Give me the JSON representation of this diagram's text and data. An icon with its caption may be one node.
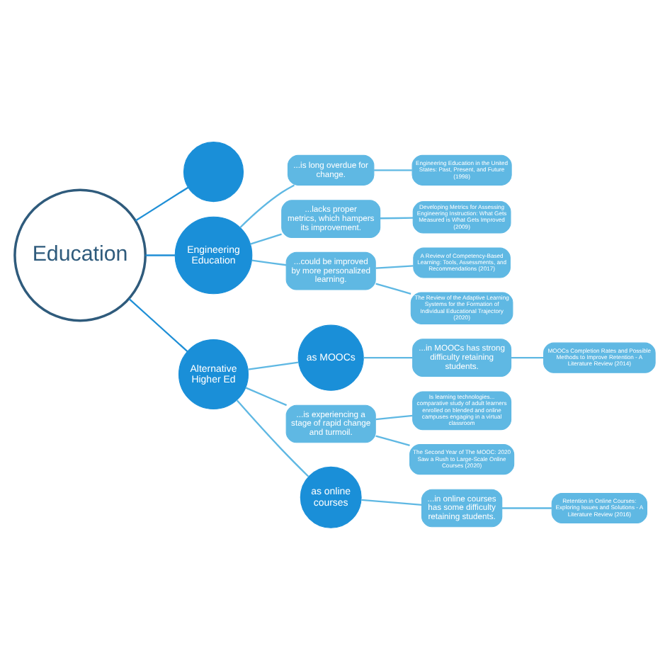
{
  "diagram": {
    "nodes": [
      {
        "text": [],
        "shape": "circle"
      },
      {
        "text": [
          "Education"
        ]
      },
      {
        "text": [
          "Engineering Education"
        ]
      },
      {
        "text": [
          "...is long overdue for change."
        ]
      },
      {
        "text": [
          "Engineering Education in the United States: Past, Present, and Future (1998)"
        ]
      },
      {
        "text": [
          "...lacks proper metrics, which hampers its improvement."
        ]
      },
      {
        "text": [
          "Developing Metrics for Assessing Engineering Instruction: What Gets Measured is What Gets Improved (2009)"
        ]
      },
      {
        "text": [
          "...could be improved by more personalized learning."
        ]
      },
      {
        "text": [
          "A Review of Competency-Based Learning: Tools, Assessments, and Recommendations (2017)"
        ]
      },
      {
        "text": [
          "The Review of the Adaptive Learning Systems for the Formation of Individual Educational Trajectory (2020)"
        ]
      },
      {
        "text": [
          "Alternative Higher Ed"
        ]
      },
      {
        "text": [
          "as MOOCs"
        ]
      },
      {
        "text": [
          "...in MOOCs has strong difficulty retaining students."
        ]
      },
      {
        "text": [
          "MOOCs Completion Rates and Possible Methods to Improve Retention - A Literature Review (2014)"
        ]
      },
      {
        "text": [
          "...is experiencing a stage of rapid change and turmoil."
        ]
      },
      {
        "text": [
          "Is learning technologies... comparative study of adult learners enrolled on blended and online campuses engaging in a virtual classroom"
        ]
      },
      {
        "text": [
          "The Second Year of The MOOC: 2020 Saw a Rush to Large-Scale Online Courses (2020)"
        ]
      },
      {
        "text": [
          "as online courses"
        ]
      },
      {
        "text": [
          "...in online courses has some difficulty retaining students."
        ]
      },
      {
        "text": [
          "Retention in Online Courses: Exploring Issues and Solutions - A Literature Review (2016)"
        ]
      }
    ],
    "edges": [
      {
        "from": 1,
        "to": 0,
        "arrow": "none",
        "color": "#1f8fd6"
      },
      {
        "from": 1,
        "to": 2,
        "arrow": "none",
        "color": "#1f8fd6"
      },
      {
        "from": 1,
        "to": 10,
        "arrow": "none",
        "color": "#1f8fd6"
      },
      {
        "from": 2,
        "to": 3,
        "arrow": "none"
      },
      {
        "from": 3,
        "to": 4,
        "arrow": "none"
      },
      {
        "from": 2,
        "to": 5,
        "arrow": "none"
      },
      {
        "from": 5,
        "to": 6,
        "arrow": "none"
      },
      {
        "from": 2,
        "to": 7,
        "arrow": "none"
      },
      {
        "from": 7,
        "to": 8,
        "arrow": "none"
      },
      {
        "from": 7,
        "to": 9,
        "arrow": "none"
      },
      {
        "from": 10,
        "to": 11,
        "arrow": "none"
      },
      {
        "from": 11,
        "to": 12,
        "arrow": "none"
      },
      {
        "from": 12,
        "to": 13,
        "arrow": "none"
      },
      {
        "from": 10,
        "to": 14,
        "arrow": "none"
      },
      {
        "from": 14,
        "to": 15,
        "arrow": "none"
      },
      {
        "from": 14,
        "to": 16,
        "arrow": "none"
      },
      {
        "from": 10,
        "to": 17,
        "arrow": "none"
      },
      {
        "from": 17,
        "to": 18,
        "arrow": "none"
      },
      {
        "from": 18,
        "to": 19,
        "arrow": "none"
      }
    ]
  }
}
